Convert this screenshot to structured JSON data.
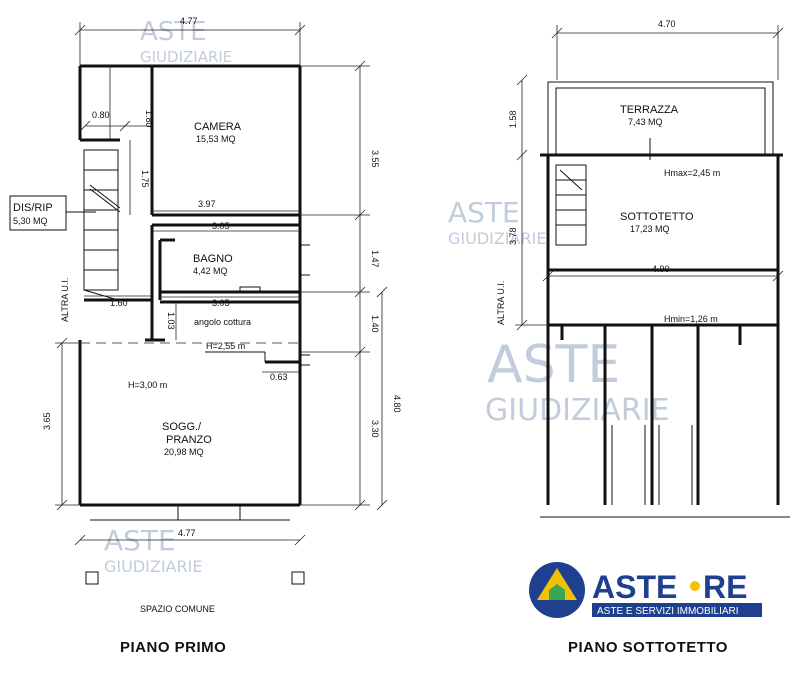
{
  "watermark": {
    "line1": "ASTE",
    "line2": "GIUDIZIARIE"
  },
  "piano_primo": {
    "title": "PIANO PRIMO",
    "dims": {
      "top_width": "4.77",
      "bottom_width": "4.77",
      "camera_height": "1.80",
      "corridor_width": "0.80",
      "stair_height": "1.75",
      "right_camera": "3.55",
      "wall_397": "3.97",
      "wall_305a": "3.05",
      "right_bagno": "1.47",
      "wall_160": "1.60",
      "wall_305b": "3.05",
      "small_103": "1.03",
      "right_140": "1.40",
      "small_063": "0.63",
      "left_365": "3.65",
      "right_330": "3.30",
      "right_480": "4.80"
    },
    "rooms": {
      "camera": {
        "name": "CAMERA",
        "area": "15,53 MQ"
      },
      "disrip": {
        "name": "DIS/RIP",
        "area": "5,30 MQ"
      },
      "bagno": {
        "name": "BAGNO",
        "area": "4,42 MQ"
      },
      "angolo": {
        "name": "angolo cottura"
      },
      "soggiorno": {
        "name1": "SOGG./",
        "name2": "PRANZO",
        "area": "20,98 MQ"
      }
    },
    "notes": {
      "h255": "H=2,55 m",
      "h300": "H=3,00 m",
      "altra": "ALTRA U.I.",
      "spazio": "SPAZIO COMUNE"
    }
  },
  "piano_sottotetto": {
    "title": "PIANO SOTTOTETTO",
    "dims": {
      "top_width": "4.70",
      "terrazza_height": "1.58",
      "left_378": "3.78",
      "mid_width": "4.90"
    },
    "rooms": {
      "terrazza": {
        "name": "TERRAZZA",
        "area": "7,43 MQ"
      },
      "sottotetto": {
        "name": "SOTTOTETTO",
        "area": "17,23 MQ"
      }
    },
    "notes": {
      "hmax": "Hmax=2,45 m",
      "hmin": "Hmin=1,26 m",
      "altra": "ALTRA U.I."
    }
  },
  "logo": {
    "name_a": "ASTE",
    "name_b": "RE",
    "tagline": "ASTE E SERVIZI IMMOBILIARI",
    "colors": {
      "navy": "#1f3f8f",
      "yellow": "#f2c200",
      "green": "#3aa655"
    }
  }
}
